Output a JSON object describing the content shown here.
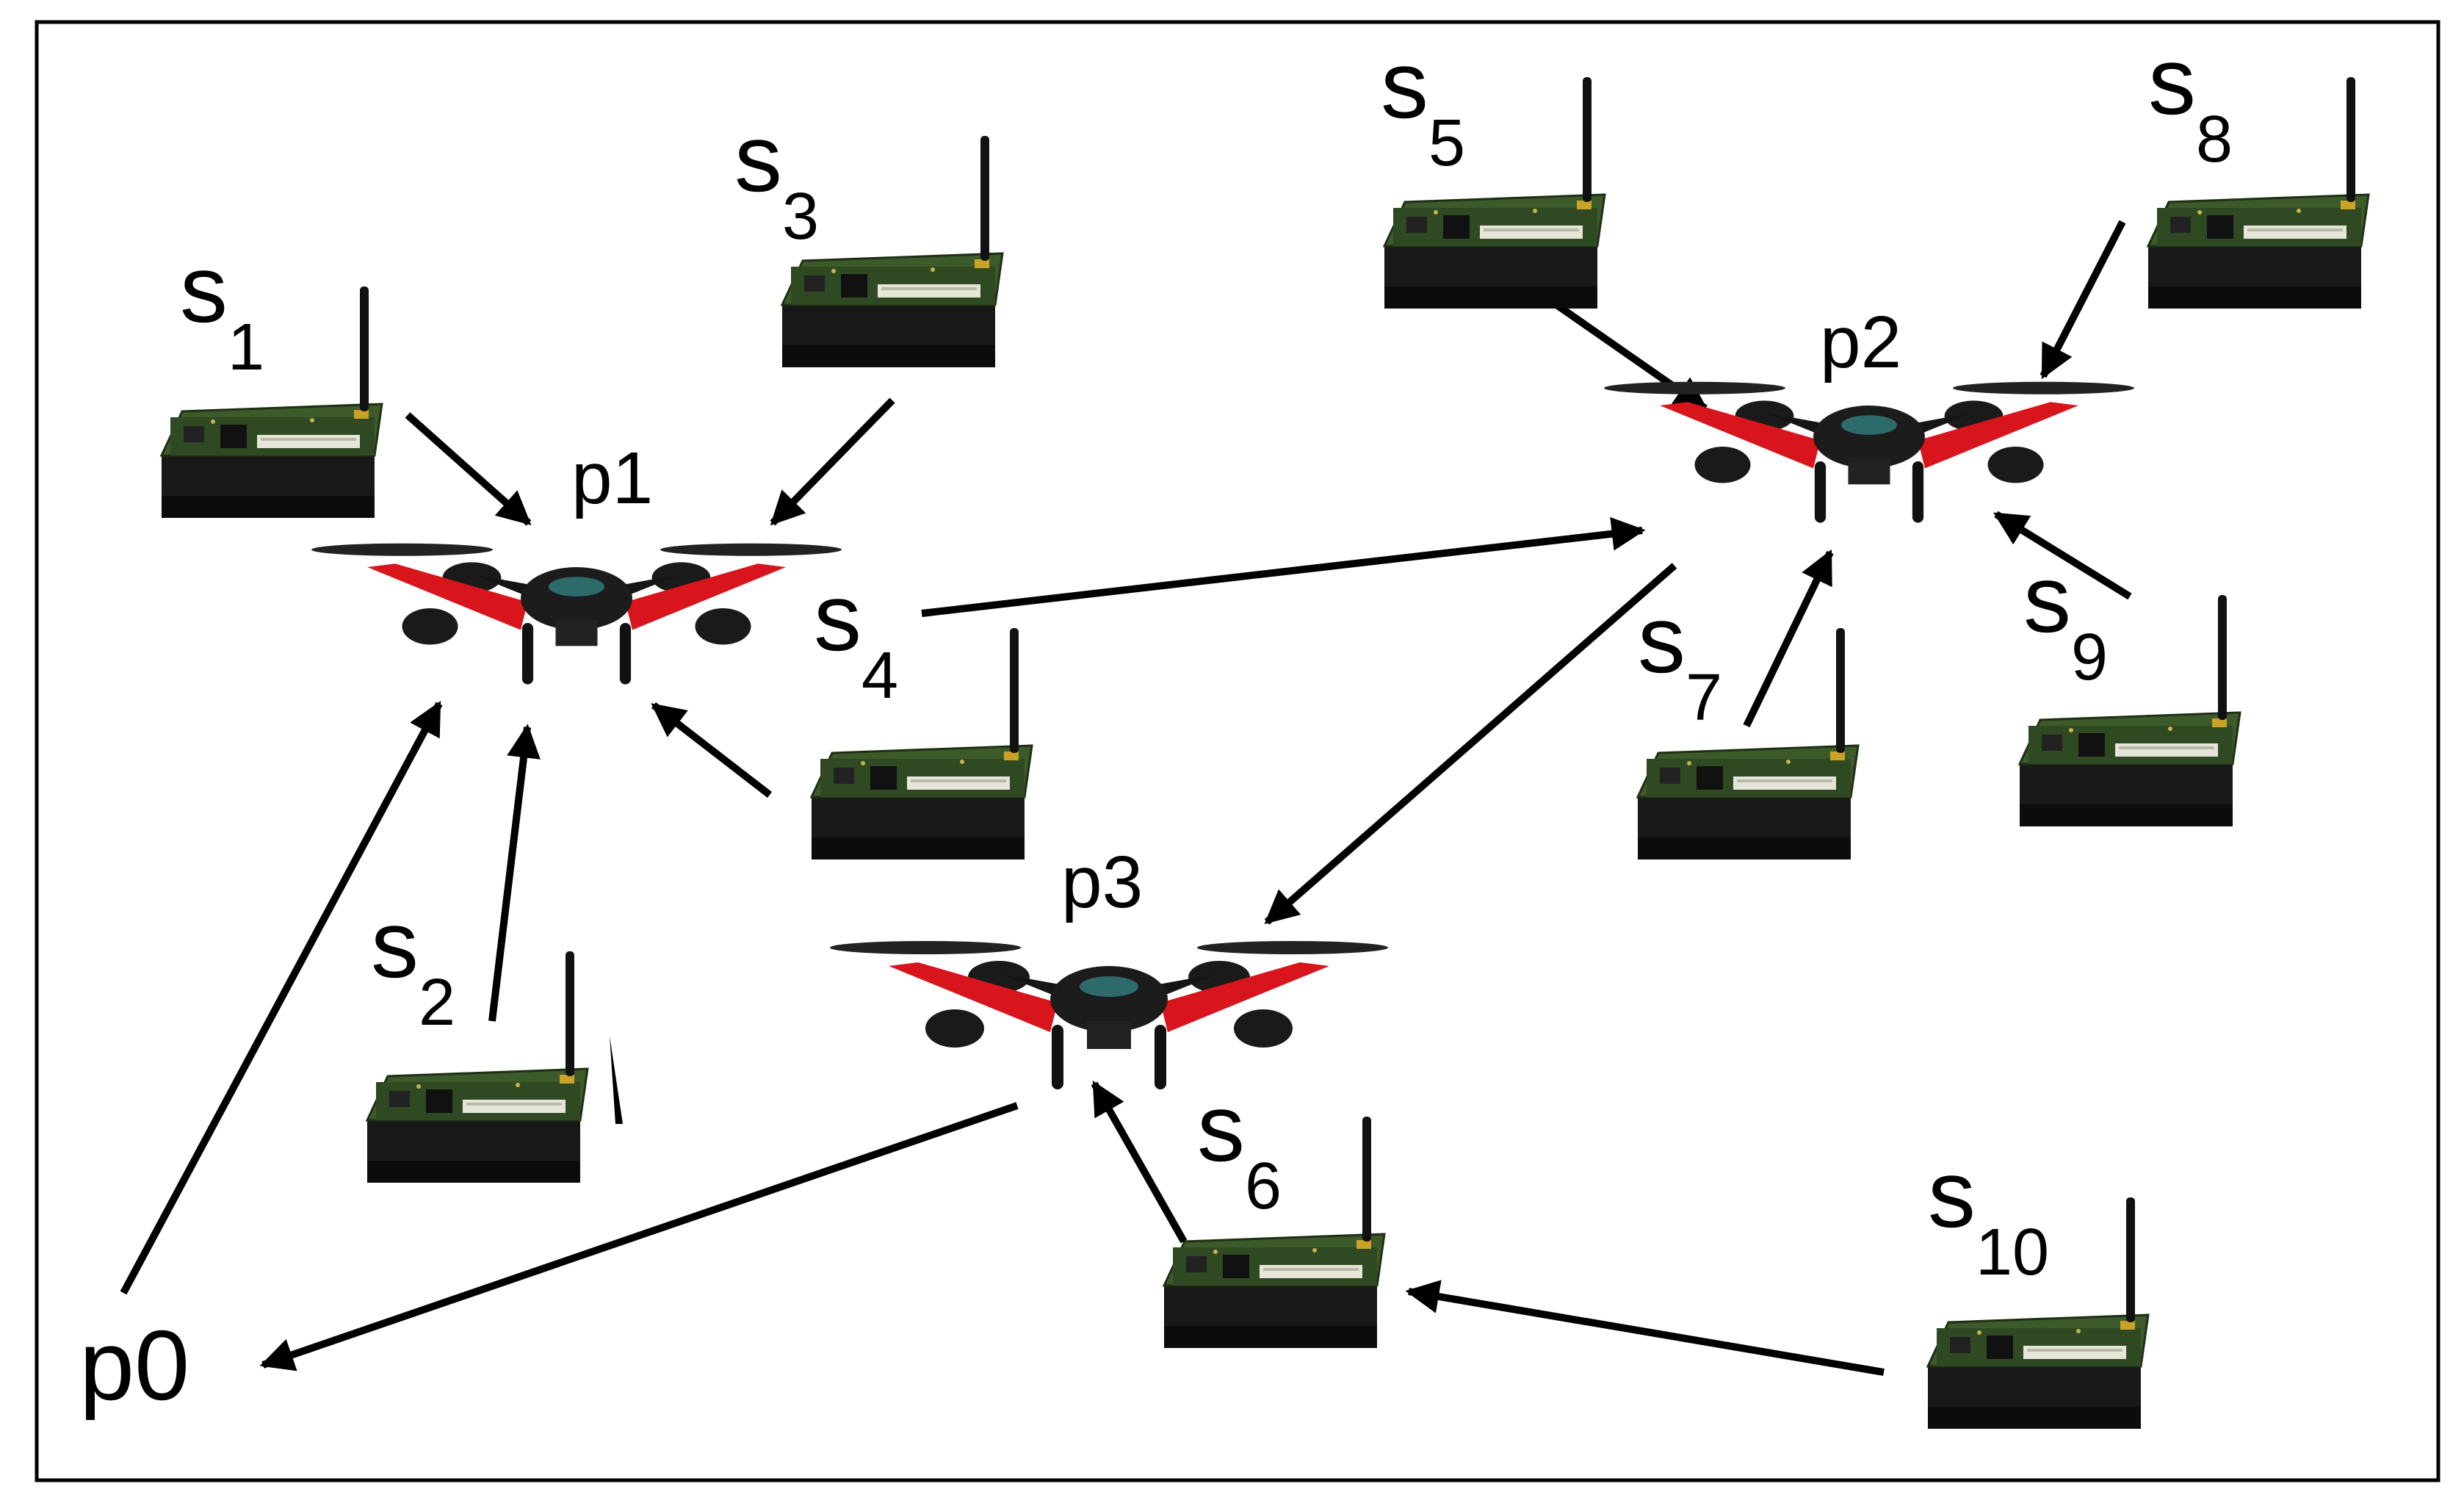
{
  "drones": [
    {
      "id": "p1",
      "label": "p1"
    },
    {
      "id": "p2",
      "label": "p2"
    },
    {
      "id": "p3",
      "label": "p3"
    }
  ],
  "base_station": {
    "id": "p0",
    "label": "p0"
  },
  "sensors": [
    {
      "id": "s1",
      "base": "s",
      "sub": "1"
    },
    {
      "id": "s2",
      "base": "s",
      "sub": "2"
    },
    {
      "id": "s3",
      "base": "s",
      "sub": "3"
    },
    {
      "id": "s4",
      "base": "s",
      "sub": "4"
    },
    {
      "id": "s5",
      "base": "s",
      "sub": "5"
    },
    {
      "id": "s6",
      "base": "s",
      "sub": "6"
    },
    {
      "id": "s7",
      "base": "s",
      "sub": "7"
    },
    {
      "id": "s8",
      "base": "s",
      "sub": "8"
    },
    {
      "id": "s9",
      "base": "s",
      "sub": "9"
    },
    {
      "id": "s10",
      "base": "s",
      "sub": "10"
    }
  ],
  "links": [
    {
      "from": "s1",
      "to": "p1"
    },
    {
      "from": "s3",
      "to": "p1"
    },
    {
      "from": "s2",
      "to": "p1"
    },
    {
      "from": "s4",
      "to": "p1"
    },
    {
      "from": "p0",
      "to": "p1"
    },
    {
      "from": "p1",
      "to": "p2"
    },
    {
      "from": "s5",
      "to": "p2"
    },
    {
      "from": "s8",
      "to": "p2"
    },
    {
      "from": "s7",
      "to": "p2"
    },
    {
      "from": "s9",
      "to": "p2"
    },
    {
      "from": "p2",
      "to": "p3"
    },
    {
      "from": "s6",
      "to": "p3"
    },
    {
      "from": "s10",
      "to": "s6"
    },
    {
      "from": "p3",
      "to": "p0"
    }
  ],
  "colors": {
    "drone_body": "#1a1a1a",
    "drone_arm": "#d8141c",
    "pcb": "#2f4a22",
    "arrow": "#000000"
  }
}
